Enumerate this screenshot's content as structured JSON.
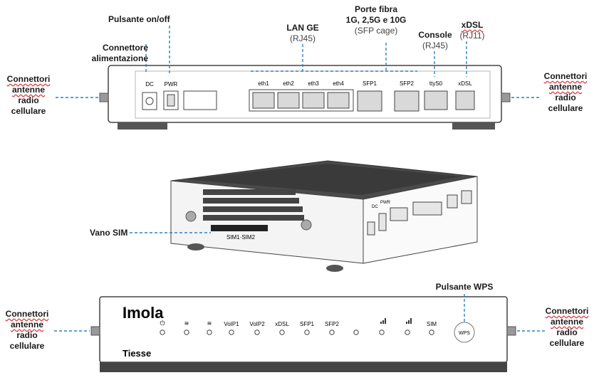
{
  "rear": {
    "callouts": {
      "power_button": "Pulsante on/off",
      "power_connector_l1": "Connettore",
      "power_connector_l2": "alimentazione",
      "lan_title": "LAN GE",
      "lan_sub": "(RJ45)",
      "fiber_title_l1": "Porte fibra",
      "fiber_title_l2": "1G, 2,5G e 10G",
      "fiber_sub": "(SFP cage)",
      "console_title": "Console",
      "console_sub": "(RJ45)",
      "xdsl_title": "xDSL",
      "xdsl_sub": "(RJ11)",
      "antenna_left": [
        "Connettori",
        "antenne",
        "radio",
        "cellulare"
      ],
      "antenna_right": [
        "Connettori",
        "antenne",
        "radio",
        "cellulare"
      ]
    },
    "port_labels": {
      "dc": "DC",
      "pwr": "PWR",
      "eth1": "eth1",
      "eth2": "eth2",
      "eth3": "eth3",
      "eth4": "eth4",
      "sfp1": "SFP1",
      "sfp2": "SFP2",
      "ttys0": "ttyS0",
      "xdsl": "xDSL"
    }
  },
  "iso": {
    "callouts": {
      "sim_bay": "Vano SIM"
    },
    "labels": {
      "sim": "SIM1·SIM2",
      "dc": "DC",
      "pwr": "PWR"
    }
  },
  "front": {
    "brand_top": "Imola",
    "brand_bottom": "Tiesse",
    "callouts": {
      "wps": "Pulsante WPS",
      "antenna_left": [
        "Connettori",
        "antenne",
        "radio",
        "cellulare"
      ],
      "antenna_right": [
        "Connettori",
        "antenne",
        "radio",
        "cellulare"
      ]
    },
    "leds": {
      "voip1": "VoIP1",
      "voip2": "VoIP2",
      "xdsl": "xDSL",
      "sfp1": "SFP1",
      "sfp2": "SFP2",
      "sim": "SIM"
    },
    "wps_button": "WPS"
  },
  "colors": {
    "callout_line": "#2f7fc1",
    "device_outline": "#444444",
    "port_fill": "#d9d9d9"
  }
}
